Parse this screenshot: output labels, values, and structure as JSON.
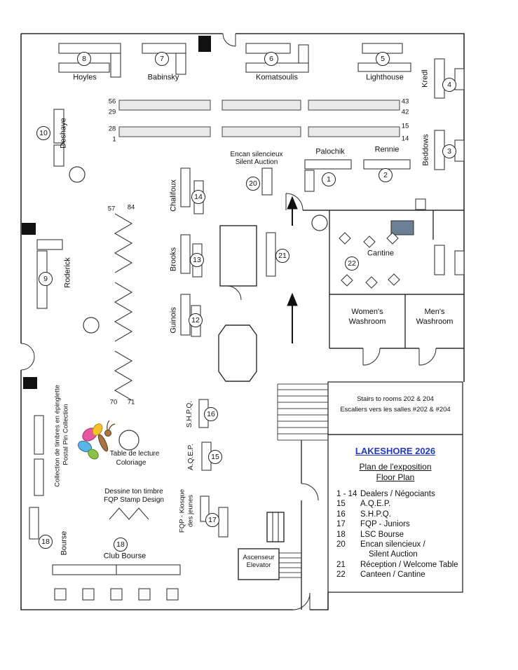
{
  "booths": {
    "hoyles": {
      "num": "8",
      "name": "Hoyles"
    },
    "babinsky": {
      "num": "7",
      "name": "Babinsky"
    },
    "komatsoulis": {
      "num": "6",
      "name": "Komatsoulis"
    },
    "lighthouse": {
      "num": "5",
      "name": "Lighthouse"
    },
    "kredl": {
      "num": "4",
      "name": "Kredl"
    },
    "beddows": {
      "num": "3",
      "name": "Beddows"
    },
    "deshaye": {
      "num": "10",
      "name": "Deshaye"
    },
    "roderick": {
      "num": "9",
      "name": "Roderick"
    },
    "chalifoux": {
      "num": "14",
      "name": "Chalifoux"
    },
    "brooks": {
      "num": "13",
      "name": "Brooks"
    },
    "guinois": {
      "num": "12",
      "name": "Guinois"
    },
    "palochik": {
      "num": "1",
      "name": "Palochik"
    },
    "rennie": {
      "num": "2",
      "name": "Rennie"
    },
    "silent_auction": {
      "num": "20",
      "name_fr": "Encan silencieux",
      "name_en": "Silent Auction"
    },
    "reception": {
      "num": "21"
    },
    "cantine": {
      "num": "22",
      "name": "Cantine"
    },
    "shpq": {
      "num": "16",
      "name": "S.H.P.Q."
    },
    "aqep": {
      "num": "15",
      "name": "A.Q.E.P."
    },
    "fqp": {
      "num": "17",
      "name_line1": "FQP - Kiosque",
      "name_line2": "des jeunes"
    },
    "bourse": {
      "num": "18",
      "name": "Bourse"
    },
    "club_bourse": {
      "num": "18",
      "name": "Club Bourse"
    }
  },
  "frames": {
    "n56": "56",
    "n29": "29",
    "n28": "28",
    "n1": "1",
    "n43": "43",
    "n42": "42",
    "n15": "15",
    "n14": "14",
    "n57": "57",
    "n84": "84",
    "n70": "70",
    "n71": "71"
  },
  "rooms": {
    "womens_washroom": {
      "line1": "Women's",
      "line2": "Washroom"
    },
    "mens_washroom": {
      "line1": "Men's",
      "line2": "Washroom"
    },
    "stairs": {
      "line1": "Stairs to rooms 202 & 204",
      "line2": "Escaliers vers les salles #202 & #204"
    },
    "elevator": {
      "line1": "Ascenseur",
      "line2": "Elevator"
    }
  },
  "activities": {
    "pin_collection_fr": "Collection de timbres en épinglette",
    "pin_collection_en": "Postal Pin Collection",
    "reading_table_line1": "Table de lecture",
    "reading_table_line2": "Coloriage",
    "stamp_design_fr": "Dessine ton timbre",
    "stamp_design_en": "FQP Stamp Design"
  },
  "legend": {
    "title": "LAKESHORE 2026",
    "subtitle_fr": "Plan de l'exposition",
    "subtitle_en": "Floor Plan",
    "items": [
      {
        "num": "1 - 14",
        "label": "Dealers / Négociants"
      },
      {
        "num": "15",
        "label": "A.Q.E.P."
      },
      {
        "num": "16",
        "label": "S.H.P.Q."
      },
      {
        "num": "17",
        "label": "FQP - Juniors"
      },
      {
        "num": "18",
        "label": "LSC Bourse"
      },
      {
        "num": "20",
        "label": "Encan silencieux /"
      },
      {
        "num": "",
        "label": "Silent Auction"
      },
      {
        "num": "21",
        "label": "Réception / Welcome Table"
      },
      {
        "num": "22",
        "label": "Canteen / Cantine"
      }
    ]
  },
  "colors": {
    "title_blue": "#1f3bbf",
    "frame_gray": "#e9e9e9",
    "counter_slate": "#6b8095",
    "door_black": "#111111"
  },
  "icons": {
    "butterfly": "butterfly-clipart",
    "up_arrow": "direction-up-arrow"
  }
}
